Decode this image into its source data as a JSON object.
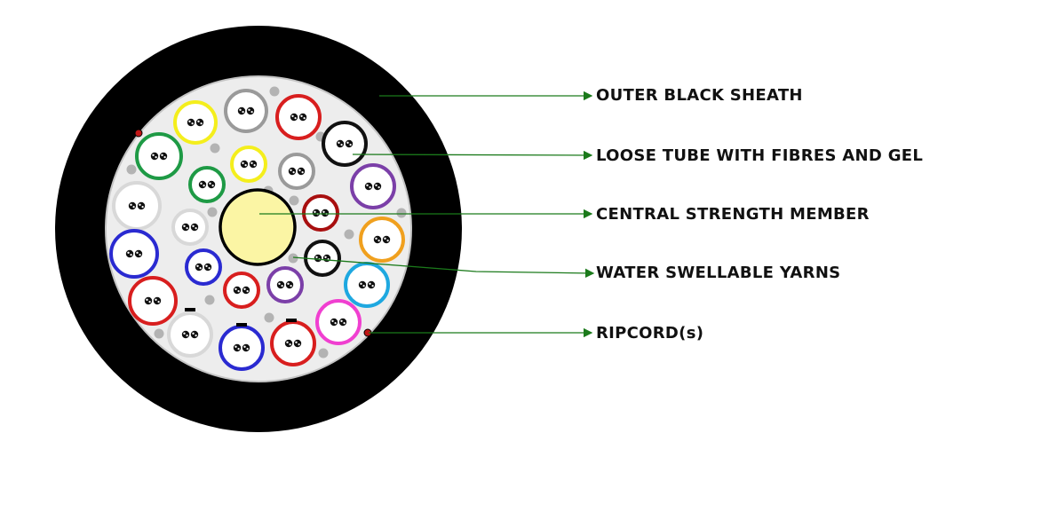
{
  "labels": {
    "outer_sheath": "OUTER BLACK SHEATH",
    "loose_tube": "LOOSE TUBE WITH FIBRES AND GEL",
    "strength_member": "CENTRAL STRENGTH MEMBER",
    "swellable_yarns": "WATER SWELLABLE YARNS",
    "ripcord": "RIPCORD(s)"
  },
  "colors": {
    "sheath": "#000000",
    "core_fill": "#ededed",
    "strength_member_fill": "#fbf5a4",
    "leader_line": "#1b7a1b",
    "ripcord": "#c01616",
    "yarn": "#b3b3b3"
  },
  "tube_colors": {
    "grey": "#9a9a9a",
    "red": "#d81e1e",
    "black": "#111111",
    "yellow": "#f4ee1c",
    "green": "#1e9a45",
    "white": "#d8d8d8",
    "purple": "#7b3fa8",
    "orange": "#f0a01e",
    "blue": "#2a2ad1",
    "aqua": "#1ea8e0",
    "rose": "#f03fd0",
    "dark_red": "#a80f0f"
  }
}
